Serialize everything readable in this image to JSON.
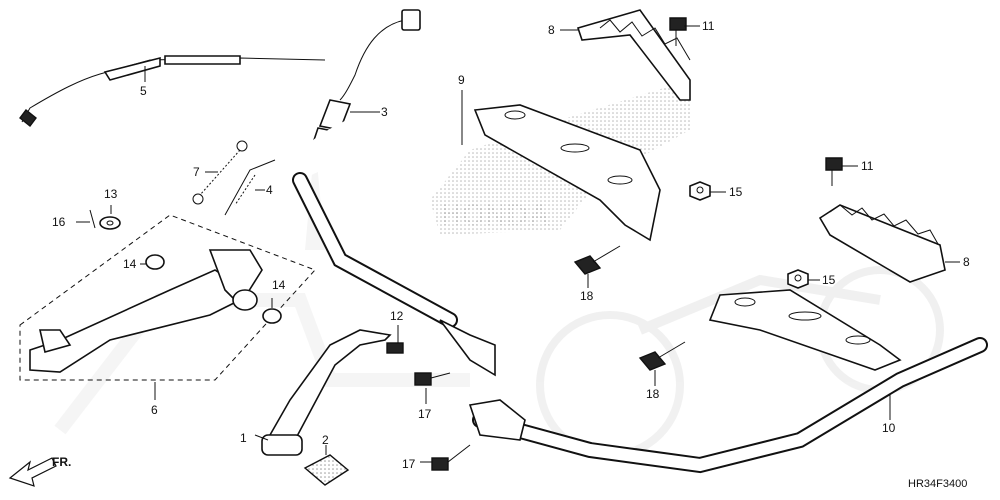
{
  "diagram": {
    "code": "HR34F3400",
    "direction_label": "FR.",
    "watermark_text": "HONDA",
    "callouts": [
      {
        "id": "c1",
        "label": "1"
      },
      {
        "id": "c2",
        "label": "2"
      },
      {
        "id": "c3",
        "label": "3"
      },
      {
        "id": "c4",
        "label": "4"
      },
      {
        "id": "c5",
        "label": "5"
      },
      {
        "id": "c6",
        "label": "6"
      },
      {
        "id": "c7",
        "label": "7"
      },
      {
        "id": "c8a",
        "label": "8"
      },
      {
        "id": "c8b",
        "label": "8"
      },
      {
        "id": "c9",
        "label": "9"
      },
      {
        "id": "c10",
        "label": "10"
      },
      {
        "id": "c11a",
        "label": "11"
      },
      {
        "id": "c11b",
        "label": "11"
      },
      {
        "id": "c12",
        "label": "12"
      },
      {
        "id": "c13",
        "label": "13"
      },
      {
        "id": "c14a",
        "label": "14"
      },
      {
        "id": "c14b",
        "label": "14"
      },
      {
        "id": "c15a",
        "label": "15"
      },
      {
        "id": "c15b",
        "label": "15"
      },
      {
        "id": "c16",
        "label": "16"
      },
      {
        "id": "c17a",
        "label": "17"
      },
      {
        "id": "c17b",
        "label": "17"
      },
      {
        "id": "c18a",
        "label": "18"
      },
      {
        "id": "c18b",
        "label": "18"
      }
    ]
  }
}
